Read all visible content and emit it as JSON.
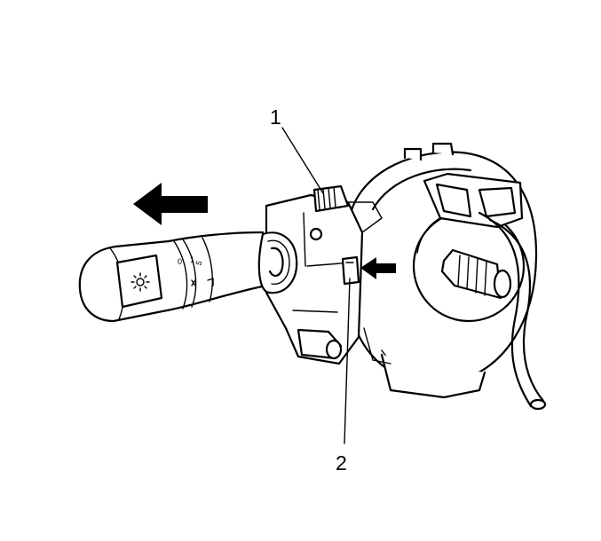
{
  "callouts": {
    "one": "1",
    "two": "2"
  },
  "stalk_markings": {
    "mark_a": "5",
    "mark_b": "0",
    "mark_c": "1"
  },
  "colors": {
    "line": "#000000",
    "background": "#ffffff"
  }
}
